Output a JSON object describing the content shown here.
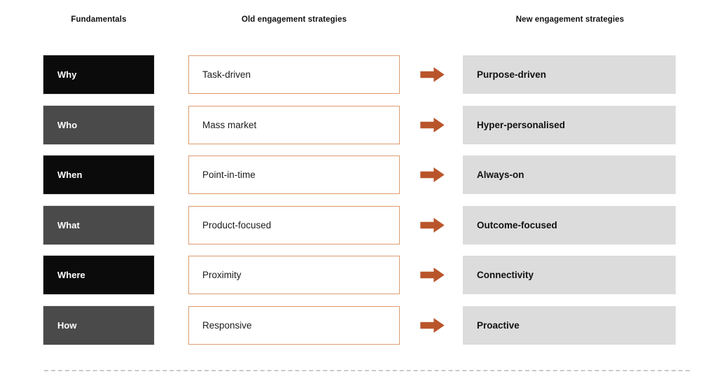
{
  "headers": {
    "fundamentals": "Fundamentals",
    "old_strategies": "Old engagement strategies",
    "new_strategies": "New engagement strategies"
  },
  "colors": {
    "background": "#ffffff",
    "fundamental_black": "#0b0b0b",
    "fundamental_gray": "#4a4a4a",
    "old_box_border": "#dd9b70",
    "old_box_bg": "#ffffff",
    "new_box_bg": "#dcdcdc",
    "arrow_orange": "#b9552b",
    "divider_gray": "#c9c9c9"
  },
  "icons": {
    "row_arrow": "right-block-arrow-icon"
  },
  "rows": [
    {
      "fundamental": "Why",
      "tone": "black",
      "old": "Task-driven",
      "new": "Purpose-driven"
    },
    {
      "fundamental": "Who",
      "tone": "gray",
      "old": "Mass market",
      "new": "Hyper-personalised"
    },
    {
      "fundamental": "When",
      "tone": "black",
      "old": "Point-in-time",
      "new": "Always-on"
    },
    {
      "fundamental": "What",
      "tone": "gray",
      "old": "Product-focused",
      "new": "Outcome-focused"
    },
    {
      "fundamental": "Where",
      "tone": "black",
      "old": "Proximity",
      "new": "Connectivity"
    },
    {
      "fundamental": "How",
      "tone": "gray",
      "old": "Responsive",
      "new": "Proactive"
    }
  ]
}
